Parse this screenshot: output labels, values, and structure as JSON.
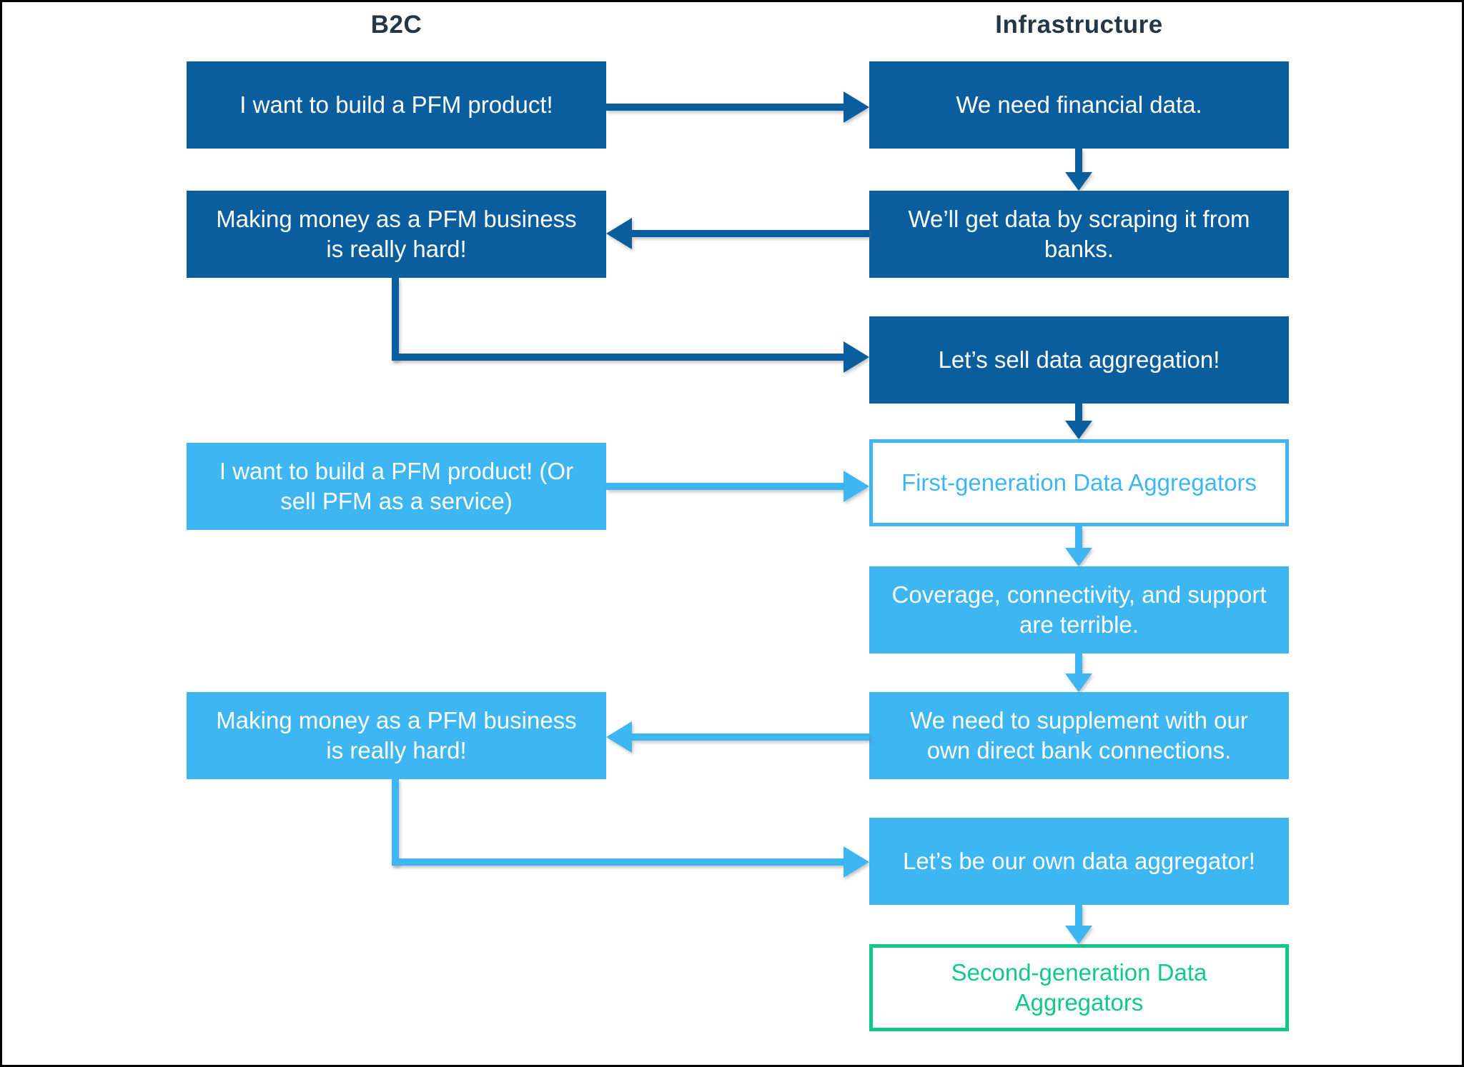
{
  "titles": {
    "b2c": "B2C",
    "infrastructure": "Infrastructure"
  },
  "colors": {
    "dark_blue": "#0B5E9D",
    "light_blue": "#3DB6F2",
    "green": "#12C88B",
    "title_navy": "#233747",
    "page_background": "#FFFFFF",
    "page_border": "#000000"
  },
  "nodes": {
    "l1": {
      "text": "I want to build a PFM product!",
      "style": "dark"
    },
    "l2": {
      "text": "Making money as a PFM business is really hard!",
      "style": "dark"
    },
    "l3": {
      "text": "I want to build a PFM product! (Or sell PFM as a service)",
      "style": "light"
    },
    "l4": {
      "text": "Making money as a PFM business is really hard!",
      "style": "light"
    },
    "r1": {
      "text": "We need financial data.",
      "style": "dark"
    },
    "r2": {
      "text": "We’ll get data by scraping it from banks.",
      "style": "dark"
    },
    "r3": {
      "text": "Let’s sell data aggregation!",
      "style": "dark"
    },
    "r4": {
      "text": "First-generation Data Aggregators",
      "style": "outline-blue"
    },
    "r5": {
      "text": "Coverage, connectivity, and support are terrible.",
      "style": "light"
    },
    "r6": {
      "text": "We need to supplement with our own direct bank connections.",
      "style": "light"
    },
    "r7": {
      "text": "Let’s be our own data aggregator!",
      "style": "light"
    },
    "r8": {
      "text": "Second-generation Data Aggregators",
      "style": "outline-green"
    }
  }
}
